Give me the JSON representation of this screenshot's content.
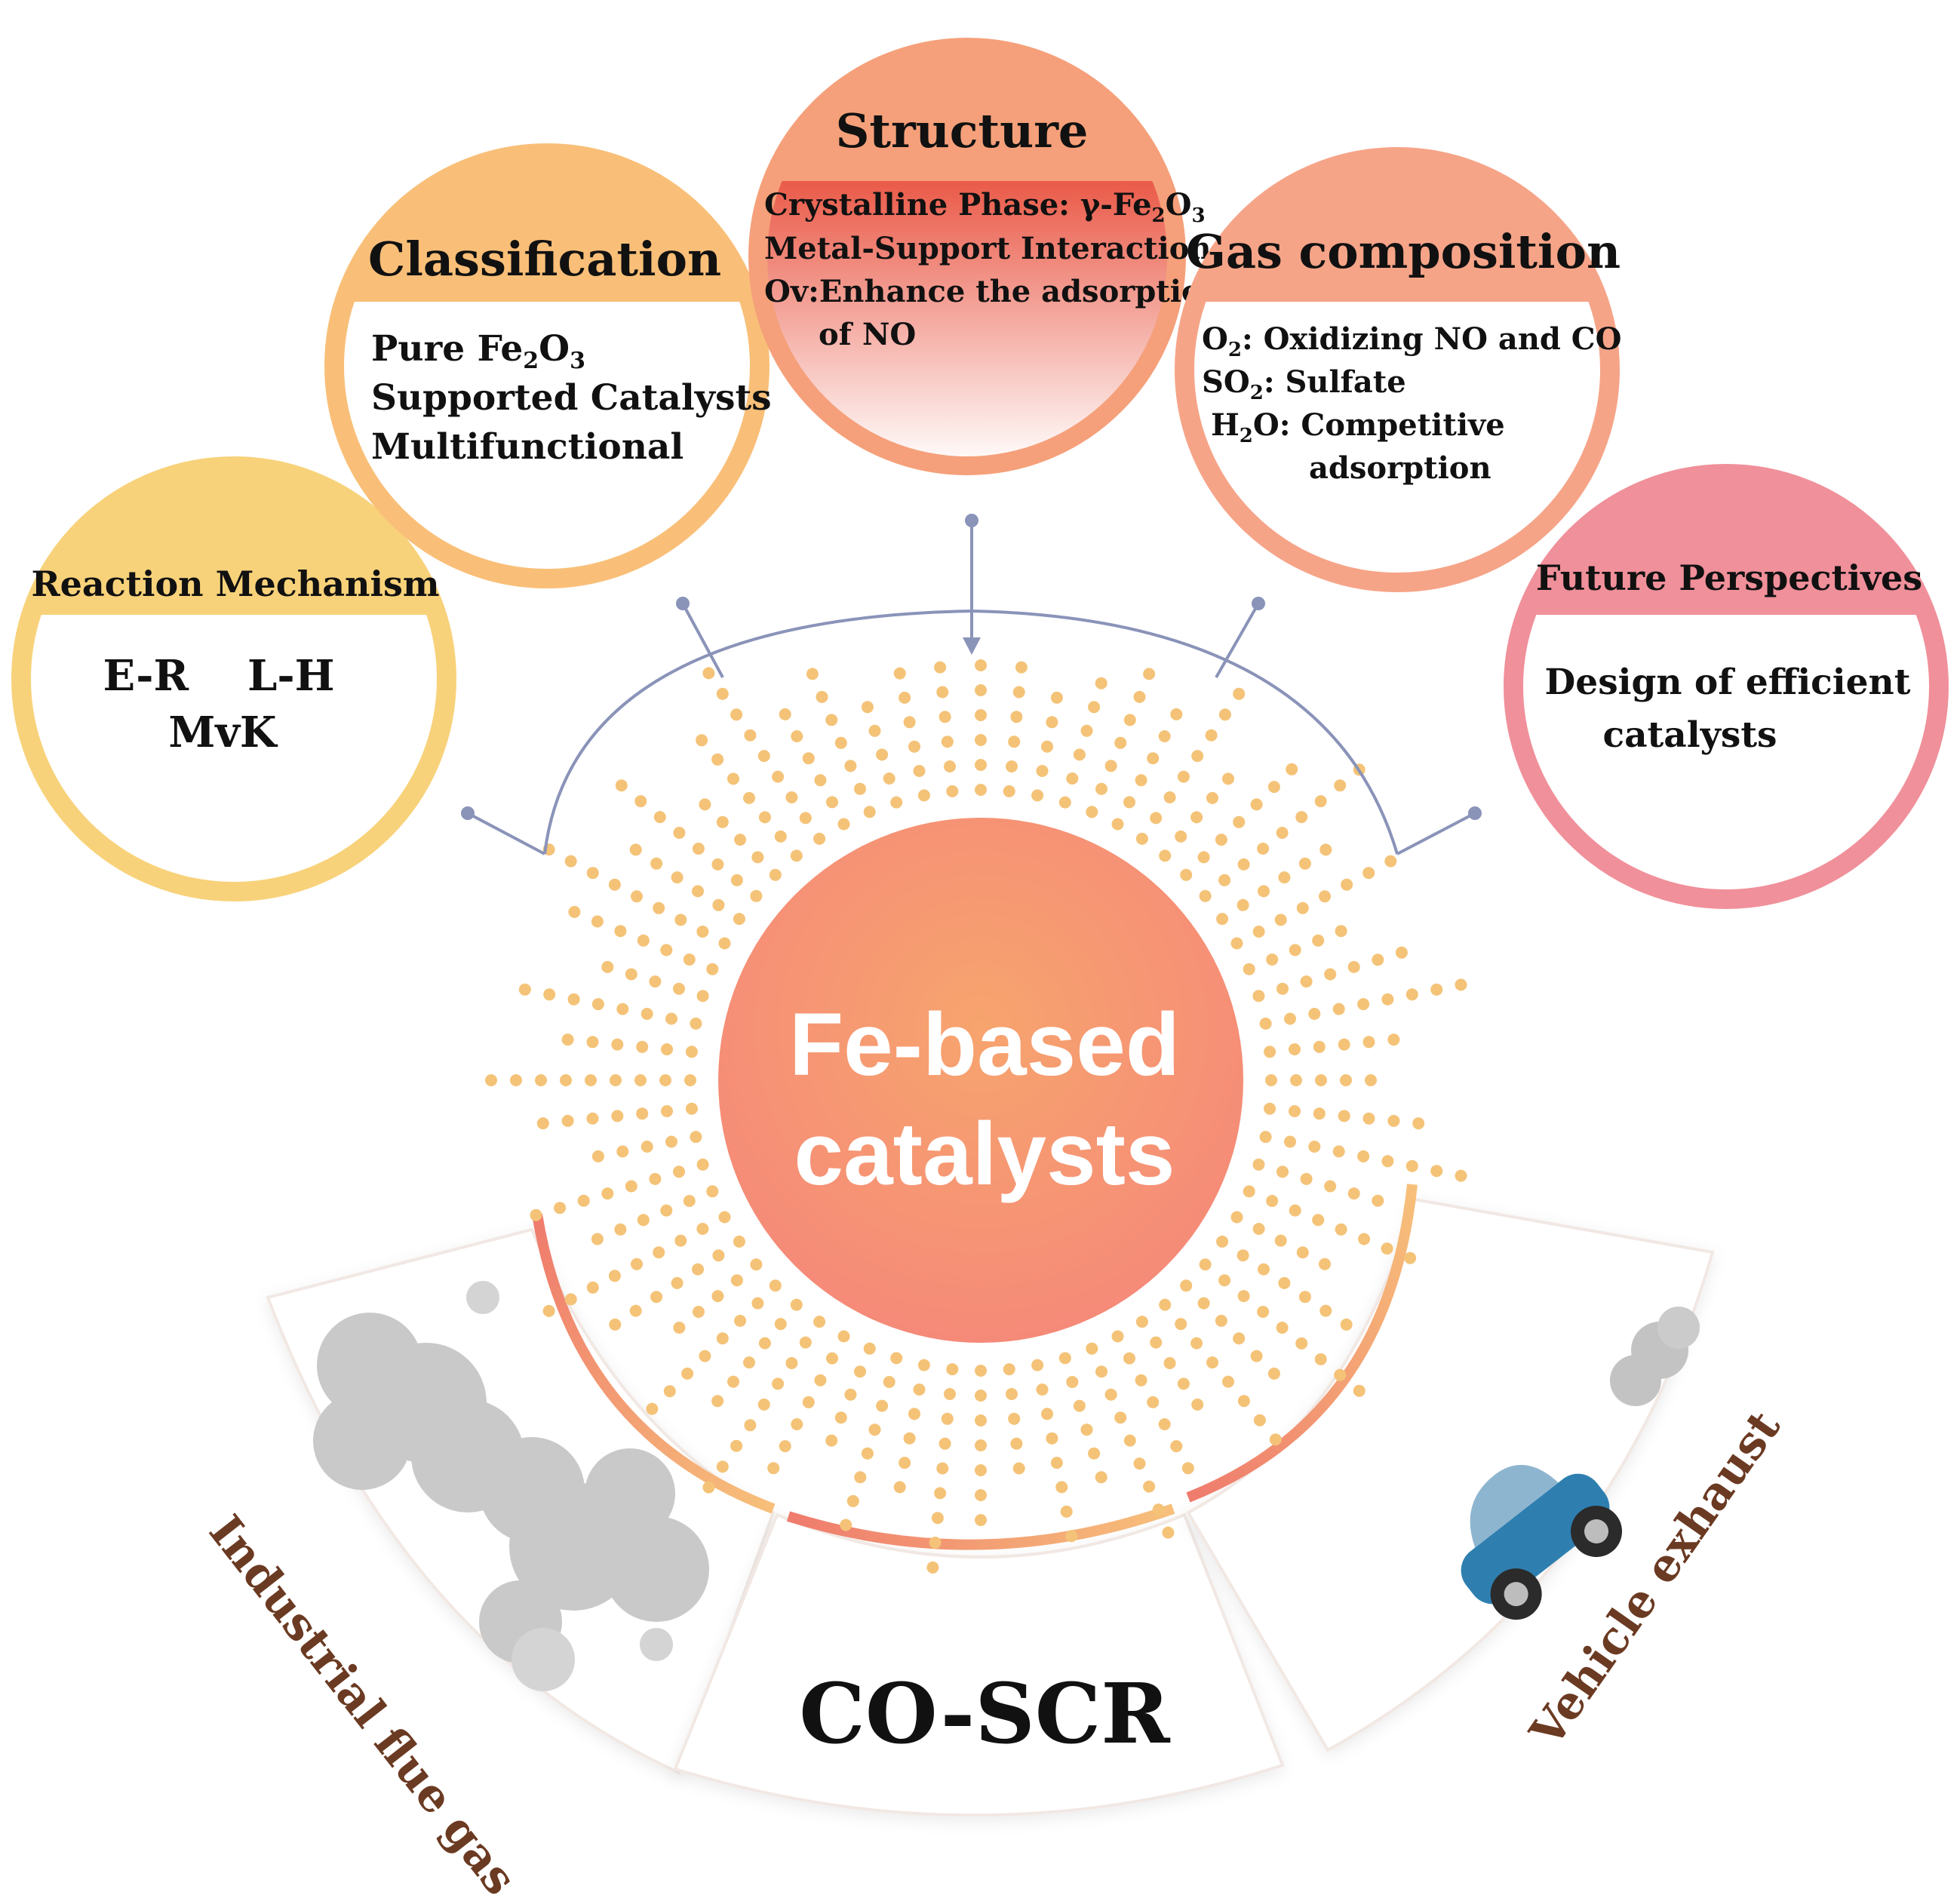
{
  "center": {
    "line1": "Fe-based",
    "line2": "catalysts"
  },
  "circles": {
    "reaction_mechanism": {
      "title": "Reaction Mechanism",
      "line1": "E-R    L-H",
      "line2": "MvK",
      "color": "#f8d27a"
    },
    "classification": {
      "title": "Classification",
      "pure_prefix": "Pure Fe",
      "pure_sub1": "2",
      "pure_mid": "O",
      "pure_sub2": "3",
      "line2": "Supported Catalysts",
      "line3": "Multifunctional",
      "color": "#f9bf78"
    },
    "structure": {
      "title": "Structure",
      "l1_prefix": "Crystalline Phase: γ-Fe",
      "l1_sub1": "2",
      "l1_mid": "O",
      "l1_sub2": "3",
      "line2": "Metal-Support Interaction",
      "line3": "Ov:Enhance the adsorption",
      "line4": "of NO",
      "color": "#f5a07a"
    },
    "gas_composition": {
      "title": "Gas composition",
      "o2_main": "O",
      "o2_sub": "2",
      "o2_rest": ": Oxidizing NO and CO",
      "so2_main": "SO",
      "so2_sub": "2",
      "so2_rest": ": Sulfate",
      "h2o_main": "H",
      "h2o_sub": "2",
      "h2o_rest": "O: Competitive",
      "h2o_line2": "adsorption",
      "color": "#f6a488"
    },
    "future": {
      "title": "Future Perspectives",
      "line1": "Design of efficient",
      "line2": "catalysts",
      "color": "#f0909a"
    }
  },
  "bottom": {
    "main": "CO-SCR",
    "left_label": "Industrial flue gas",
    "right_label": "Vehicle exhaust"
  },
  "colors": {
    "ring_orange": "#f2a070",
    "arc_line": "#8a93b8",
    "dots": "#f4c378",
    "car_body": "#2e7fb0"
  }
}
